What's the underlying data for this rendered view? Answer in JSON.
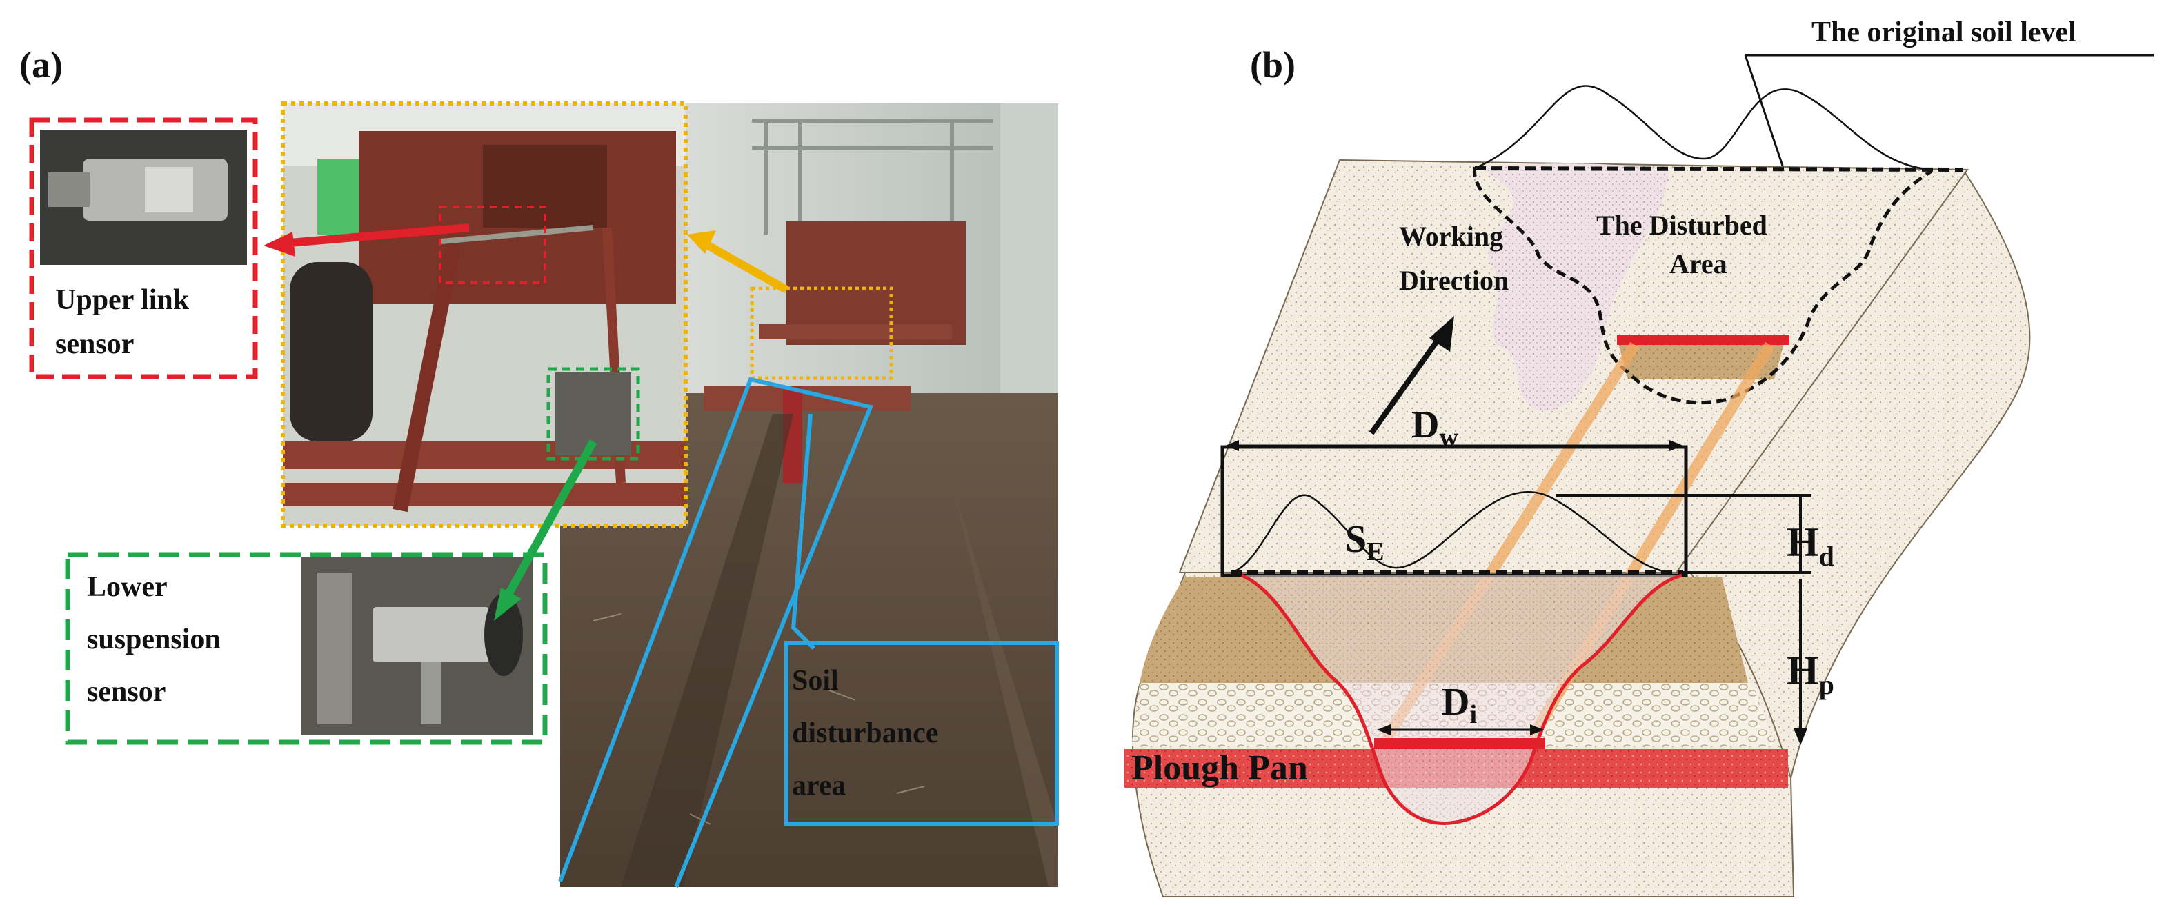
{
  "panel_a": {
    "label": "(a)",
    "upper_link_sensor": [
      "Upper link",
      "sensor"
    ],
    "lower_suspension_sensor": [
      "Lower",
      "suspension",
      "sensor"
    ],
    "soil_disturbance_area": [
      "Soil",
      "disturbance",
      "area"
    ]
  },
  "panel_b": {
    "label": "(b)",
    "original_soil_level": "The original soil level",
    "disturbed_area": [
      "The Disturbed",
      "Area"
    ],
    "working_direction": [
      "Working",
      "Direction"
    ],
    "dw_main": "D",
    "dw_sub": "w",
    "se_main": "S",
    "se_sub": "E",
    "hd_main": "H",
    "hd_sub": "d",
    "hp_main": "H",
    "hp_sub": "p",
    "di_main": "D",
    "di_sub": "i",
    "plough_pan": "Plough Pan"
  },
  "colors": {
    "upper_link_box": "#e0202a",
    "lower_sensor_box": "#1fa84a",
    "tractor_box": "#f0b400",
    "soil_area_box": "#2aa6e0",
    "plough_pan": "#e23a3a"
  }
}
